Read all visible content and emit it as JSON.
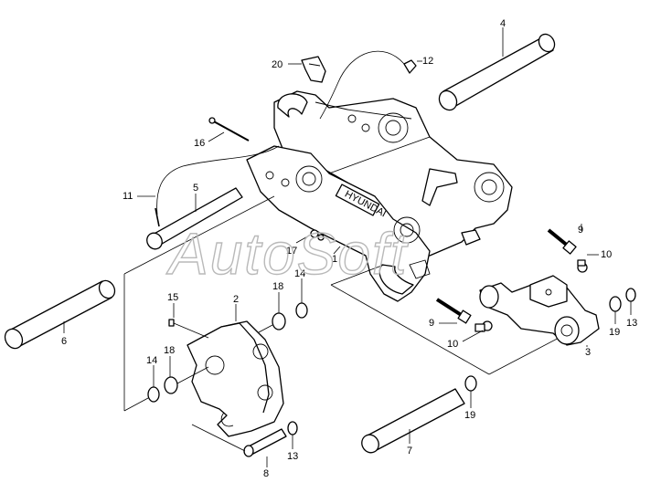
{
  "watermark": "AutoSoft",
  "plate_text": "HYUNDAI",
  "callouts": [
    {
      "id": "c1",
      "text": "1"
    },
    {
      "id": "c2",
      "text": "2"
    },
    {
      "id": "c3",
      "text": "3"
    },
    {
      "id": "c4",
      "text": "4"
    },
    {
      "id": "c5",
      "text": "5"
    },
    {
      "id": "c6",
      "text": "6"
    },
    {
      "id": "c7",
      "text": "7"
    },
    {
      "id": "c8",
      "text": "8"
    },
    {
      "id": "c9a",
      "text": "9"
    },
    {
      "id": "c9b",
      "text": "9"
    },
    {
      "id": "c10a",
      "text": "10"
    },
    {
      "id": "c10b",
      "text": "10"
    },
    {
      "id": "c11",
      "text": "11"
    },
    {
      "id": "c12",
      "text": "12"
    },
    {
      "id": "c13a",
      "text": "13"
    },
    {
      "id": "c13b",
      "text": "13"
    },
    {
      "id": "c14a",
      "text": "14"
    },
    {
      "id": "c14b",
      "text": "14"
    },
    {
      "id": "c15",
      "text": "15"
    },
    {
      "id": "c16",
      "text": "16"
    },
    {
      "id": "c17",
      "text": "17"
    },
    {
      "id": "c18a",
      "text": "18"
    },
    {
      "id": "c18b",
      "text": "18"
    },
    {
      "id": "c19a",
      "text": "19"
    },
    {
      "id": "c19b",
      "text": "19"
    },
    {
      "id": "c20",
      "text": "20"
    }
  ]
}
